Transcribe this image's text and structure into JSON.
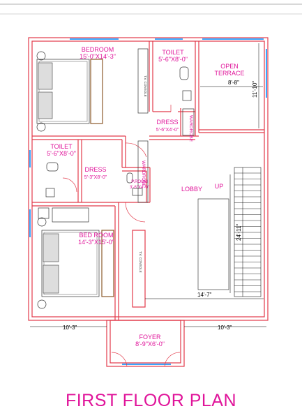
{
  "colors": {
    "wall": "#e23a4a",
    "label": "#e0149a",
    "window": "#38a7ff",
    "dim": "#000000"
  },
  "rooms": {
    "bedroom1": {
      "name": "BEDROOM",
      "size": "15'-0\"X14'-3\""
    },
    "toilet1": {
      "name": "TOILET",
      "size": "5'-6\"X8'-0\""
    },
    "terrace": {
      "line1": "OPEN",
      "line2": "TERRACE"
    },
    "dress1": {
      "name": "DRESS",
      "size": "5'-6\"X4'-0\""
    },
    "wardrobe1": "WARDROBE",
    "toilet2": {
      "name": "TOILET",
      "size": "5'-6\"X8'-0\""
    },
    "dress2": {
      "name": "DRESS",
      "size": "5'-3\"X8'-0\""
    },
    "wardrobe2": "WARDROBE",
    "proom": {
      "name": "P.ROOM",
      "size": "3'-6\"X4'-0\""
    },
    "lobby": "LOBBY",
    "up": "UP",
    "bedroom2": {
      "name": "BED ROOM",
      "size": "14'-3\"X15'-0\""
    },
    "tv1": "T.V. CONSOLE",
    "tv2": "T.V. CONSOLE",
    "foyer": {
      "name": "FOYER",
      "size": "8'-9\"X6'-0\""
    }
  },
  "dimensions": {
    "terrace_width": "8'-8\"",
    "terrace_height": "11'-10\"",
    "stair_length": "24'-11\"",
    "stair_width": "14'-7\"",
    "left_bottom": "10'-3\"",
    "right_bottom": "10'-3\""
  },
  "title": "FIRST FLOOR PLAN"
}
